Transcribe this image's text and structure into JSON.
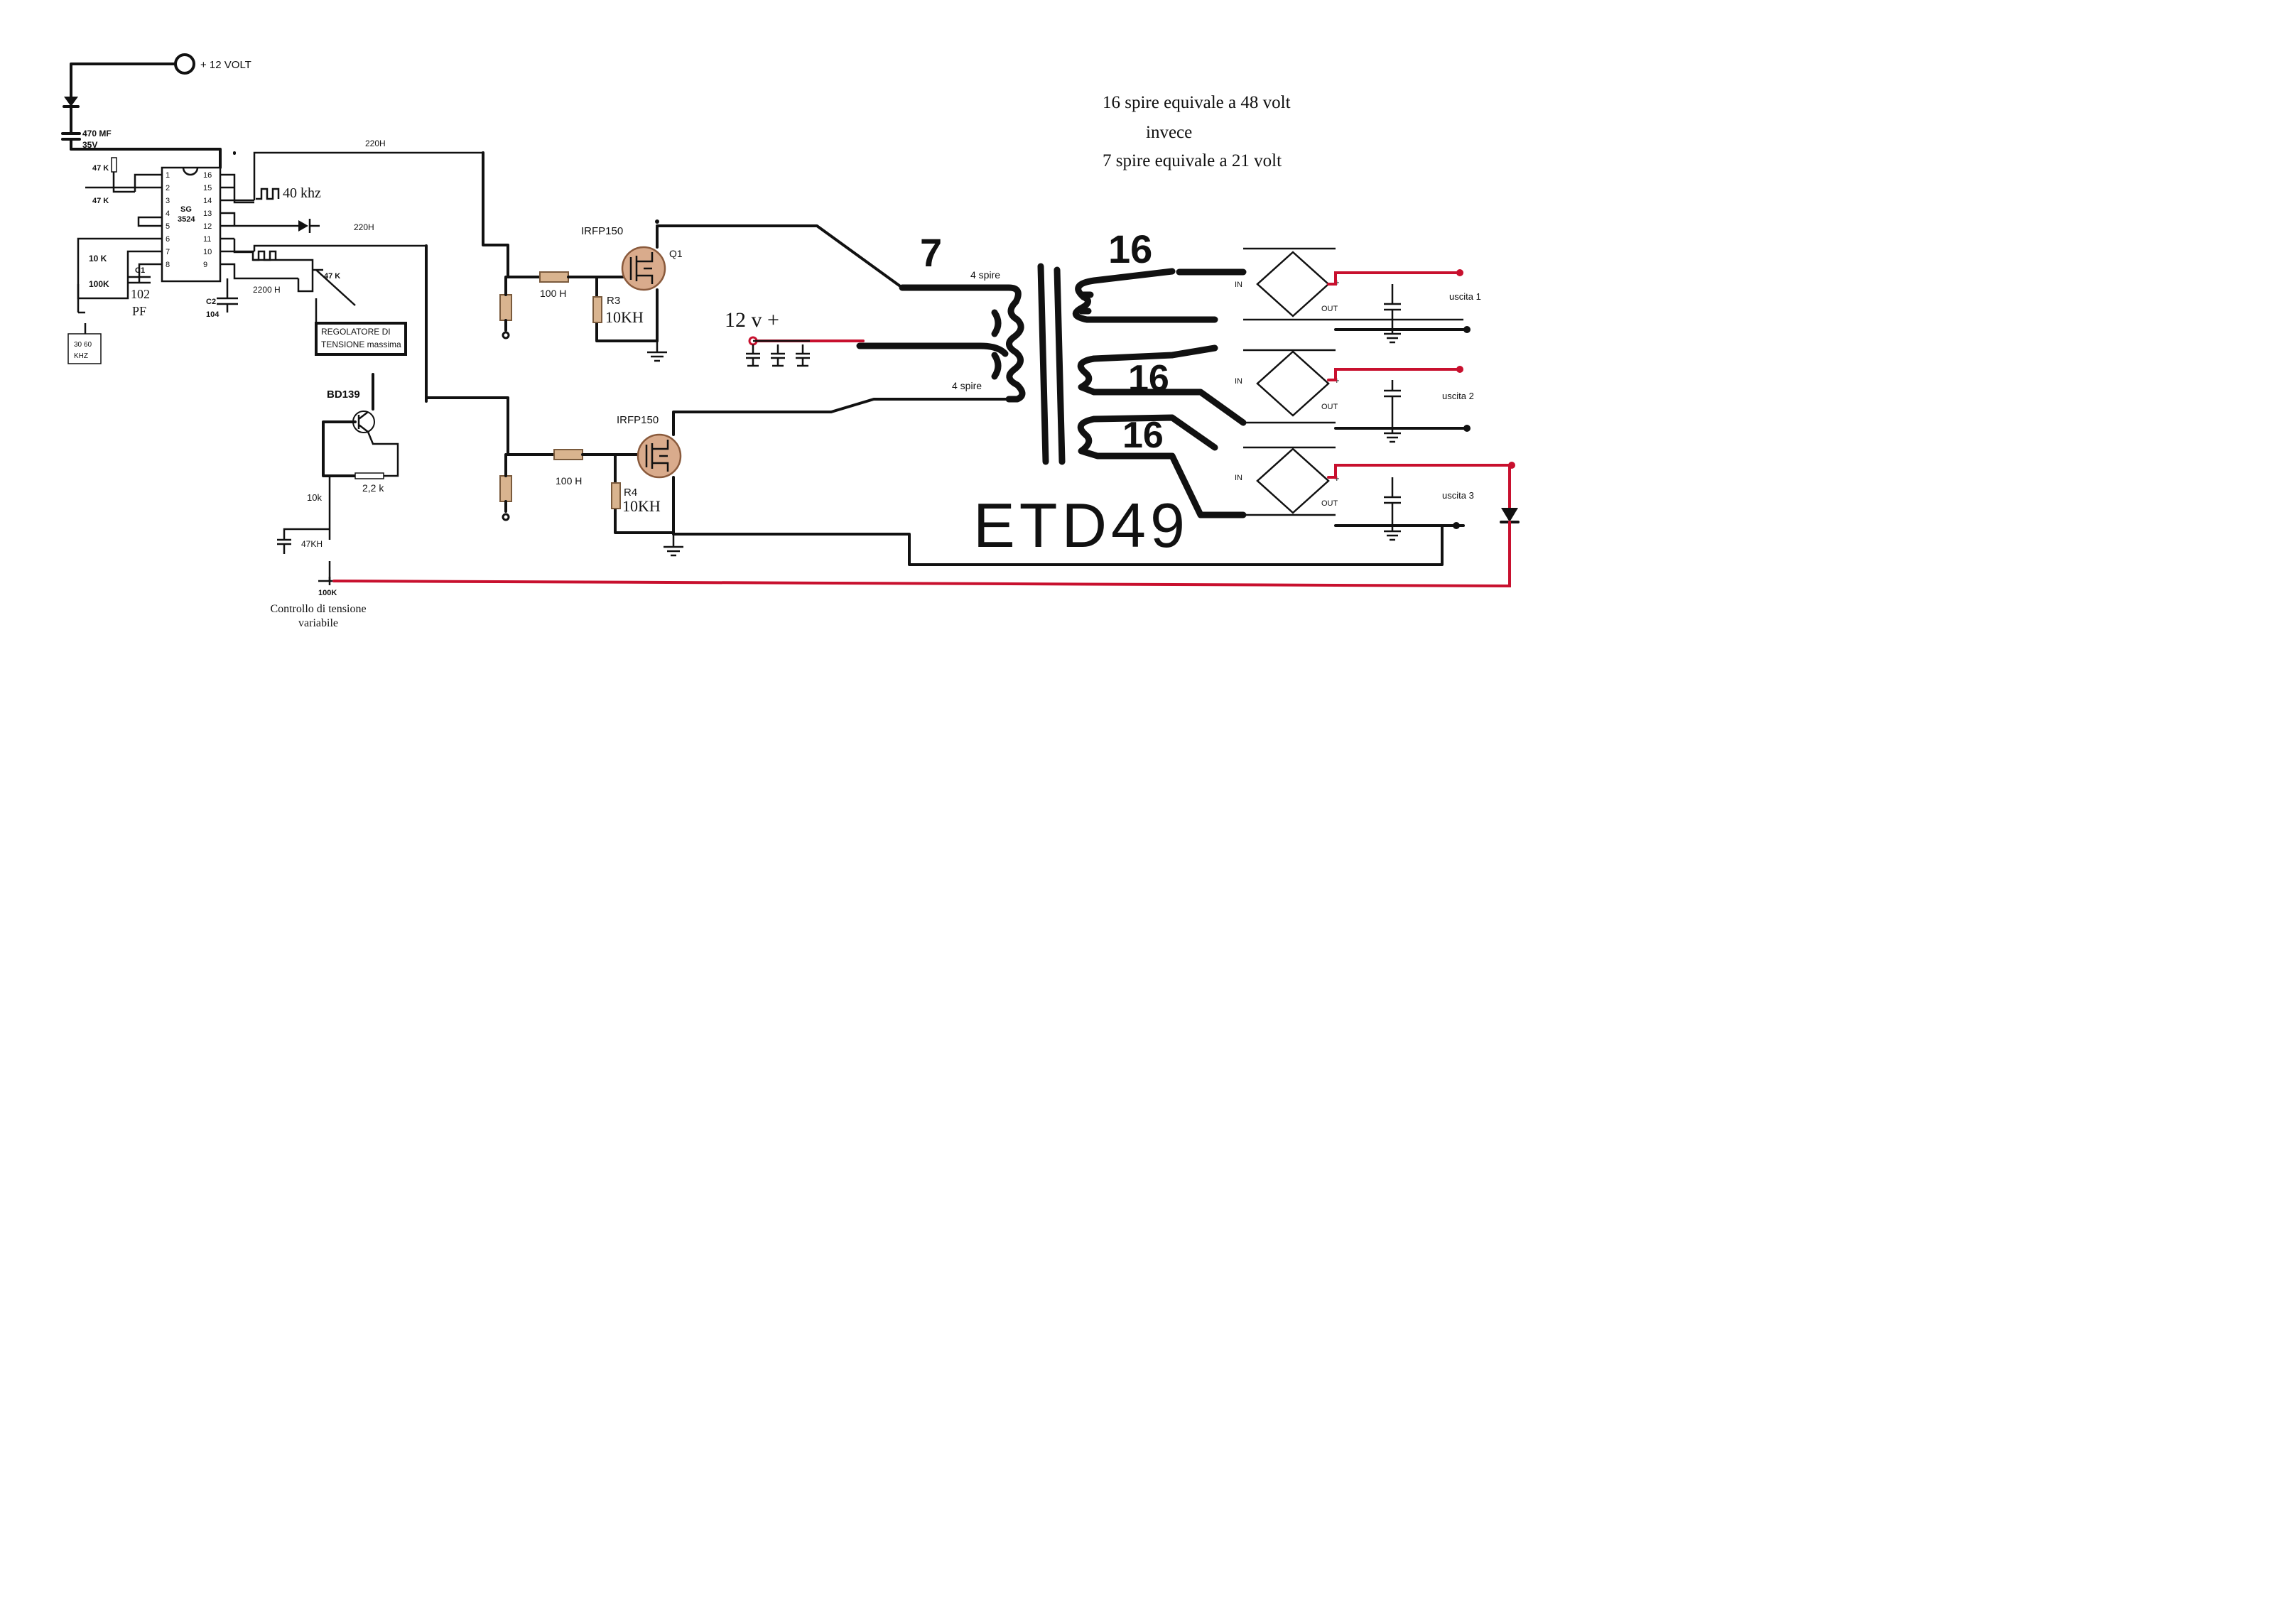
{
  "notes": {
    "line1": "16 spire equivale a 48 volt",
    "line2": "invece",
    "line3": "7 spire equivale a 21 volt"
  },
  "supply": {
    "label": "+ 12 VOLT"
  },
  "oscillator": {
    "chip": {
      "name_top": "SG",
      "name_bottom": "3524"
    },
    "pins_left": [
      "1",
      "2",
      "3",
      "4",
      "5",
      "6",
      "7",
      "8"
    ],
    "pins_right": [
      "16",
      "15",
      "14",
      "13",
      "12",
      "11",
      "10",
      "9"
    ],
    "cap_470": "470 MF",
    "cap_470_v": "35V",
    "r47k_a": "47 K",
    "r47k_b": "47 K",
    "r10k": "10 K",
    "r100k": "100K",
    "c1_label": "C1",
    "c1_value": "102",
    "c1_unit": "PF",
    "c2_label": "C2",
    "c2_value": "104",
    "freq_box_line1": "30 60",
    "freq_box_line2": "KHZ",
    "freq_out": "40 khz",
    "r220_a": "220H",
    "r220_b": "220H",
    "r2200": "2200 H",
    "r47k_pot": "47 K"
  },
  "regulator": {
    "line1": "REGOLATORE DI",
    "line2": "TENSIONE massima"
  },
  "control": {
    "transistor": "BD139",
    "r22k": "2,2 k",
    "r10k": "10k",
    "r47kh": "47KH",
    "pot": "100K",
    "caption_line1": "Controllo di tensione",
    "caption_line2": "variabile"
  },
  "mosfet_top": {
    "part": "IRFP150",
    "ref": "Q1",
    "gate_r": "100 H",
    "pull_ref": "R3",
    "pull_val": "10KH"
  },
  "mosfet_bottom": {
    "part": "IRFP150",
    "gate_r": "100 H",
    "pull_ref": "R4",
    "pull_val": "10KH"
  },
  "transformer": {
    "core": "ETD49",
    "primary_turns": "7",
    "primary_top": "4 spire",
    "primary_bottom": "4 spire",
    "input": "12 v +",
    "secondaries": [
      "16",
      "16",
      "16"
    ]
  },
  "outputs": {
    "bridge_in": "IN",
    "bridge_out": "OUT",
    "plus": "+",
    "labels": [
      "uscita 1",
      "uscita 2",
      "uscita 3"
    ]
  },
  "colors": {
    "wire": "#111111",
    "positive": "#c8102e",
    "component": "#d9ab8c"
  }
}
